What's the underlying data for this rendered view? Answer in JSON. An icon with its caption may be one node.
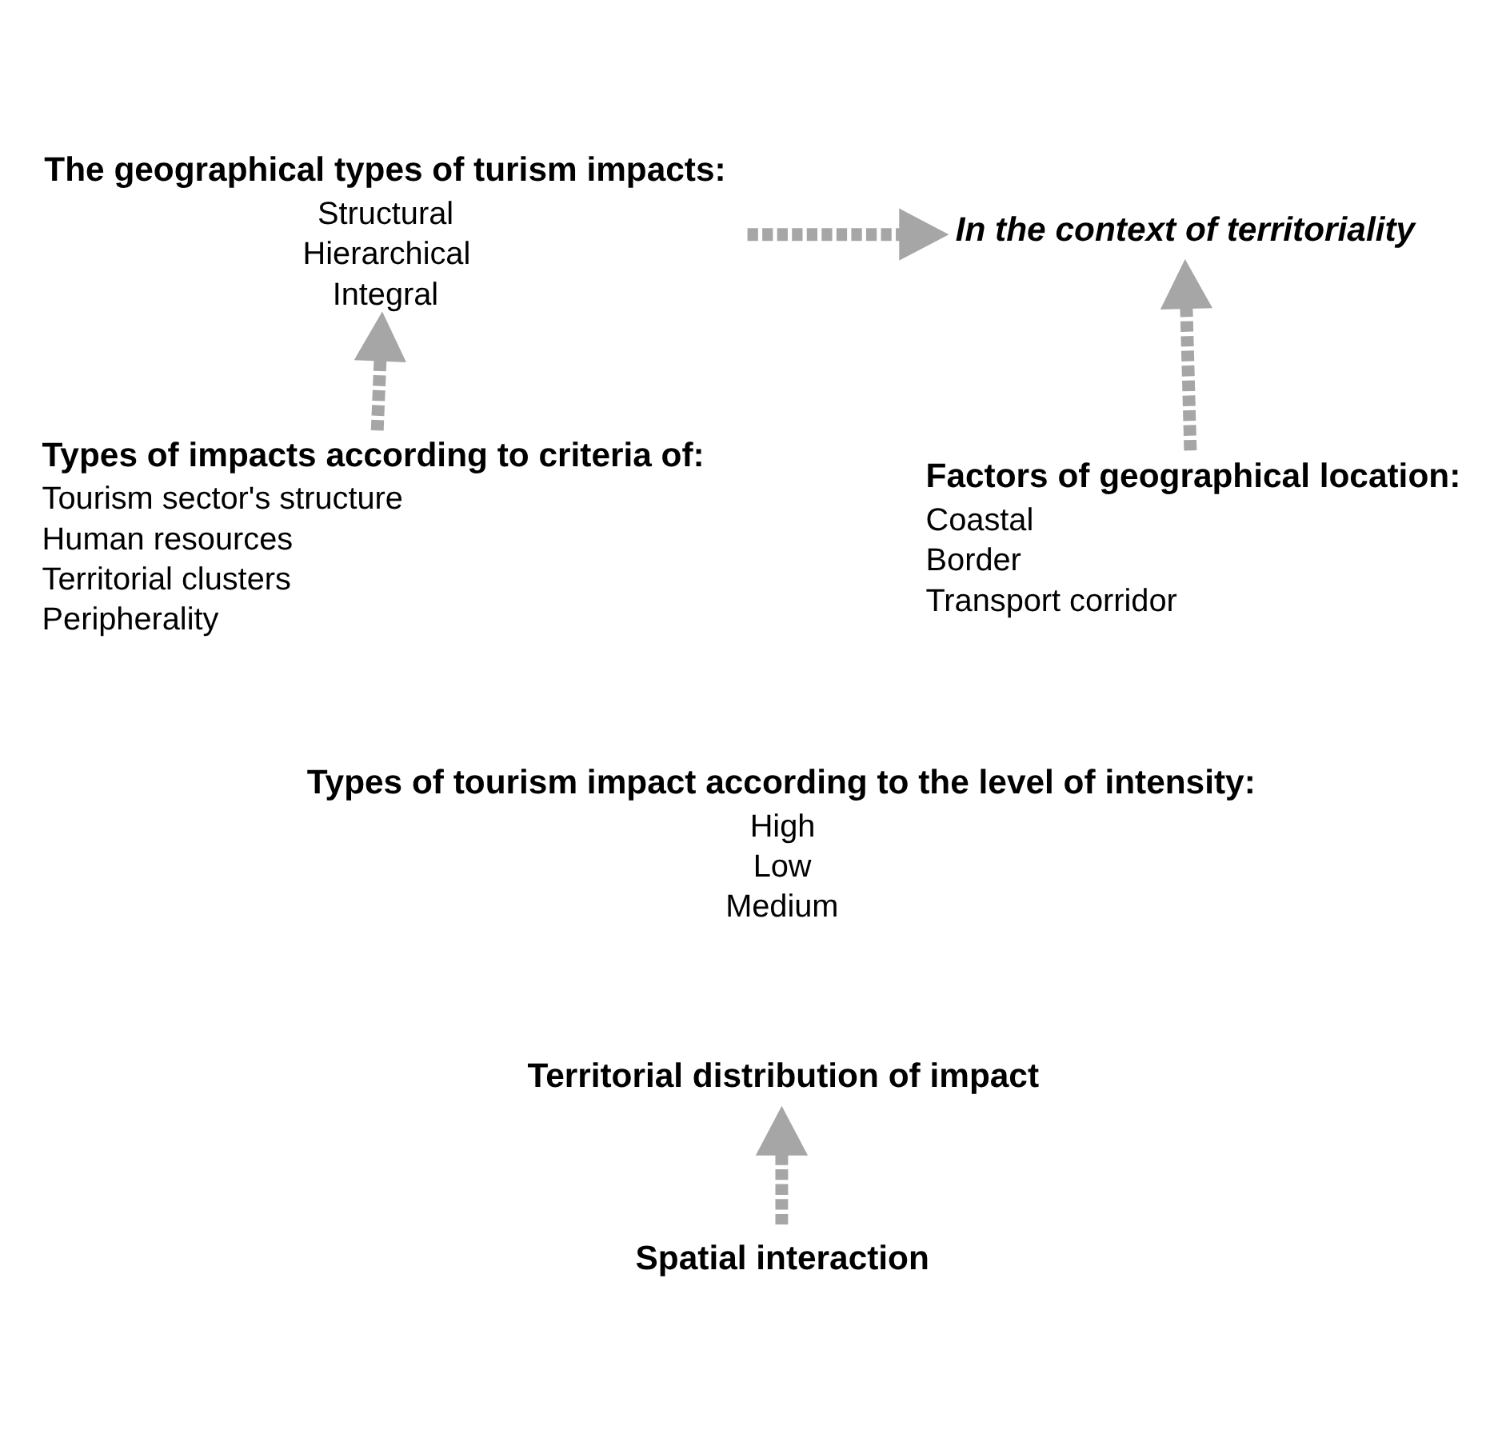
{
  "diagram": {
    "nodes": [
      {
        "text": [
          "The geographical types of turism impacts:",
          "Structural",
          "Hierarchical",
          "Integral"
        ]
      },
      {
        "text": [
          "In the context of territoriality"
        ]
      },
      {
        "text": [
          "Types of impacts according to criteria of:",
          "Tourism sector's structure",
          "Human resources",
          "Territorial clusters",
          "Peripherality"
        ]
      },
      {
        "text": [
          "Factors of geographical location:",
          "Coastal",
          "Border",
          "Transport corridor"
        ]
      },
      {
        "text": [
          "Types of tourism impact according to the level of intensity:",
          "High",
          "Low",
          "Medium"
        ]
      },
      {
        "text": [
          "Territorial distribution of impact"
        ]
      },
      {
        "text": [
          "Spatial interaction"
        ]
      }
    ],
    "edges": [
      {
        "from": 0,
        "to": 1,
        "arrow": "to",
        "style": "dashed"
      },
      {
        "from": 2,
        "to": 0,
        "arrow": "to",
        "style": "dashed"
      },
      {
        "from": 3,
        "to": 1,
        "arrow": "to",
        "style": "dashed"
      },
      {
        "from": 6,
        "to": 5,
        "arrow": "to",
        "style": "dashed"
      }
    ]
  }
}
